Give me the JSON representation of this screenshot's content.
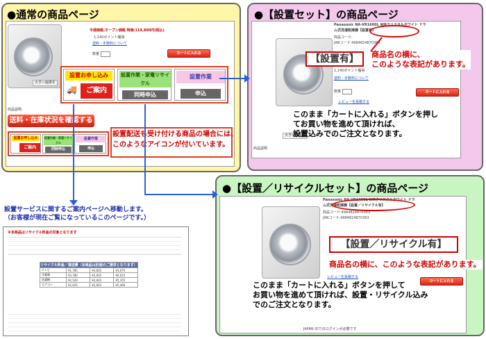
{
  "panels": {
    "normal": {
      "title": "●通常の商品ページ"
    },
    "install": {
      "title": "●【設置セット】の商品ページ"
    },
    "recycle": {
      "title": "●【設置／リサイクルセット】の商品ページ"
    }
  },
  "normal_page": {
    "price_line": "今週価格:オープン価格 特価:119,800円(税込)",
    "points_line": "1,140ポイント獲得",
    "shipping_link": "送料・手数料について",
    "qty_label": "数量",
    "cart_button": "カートに入れる",
    "enlarge_label": "大きい画像を",
    "desc_label": "商品説明",
    "stock_button": "送料・在庫状況を確認する",
    "services": [
      {
        "top": "設置お申し込み",
        "bottom": "ご案内"
      },
      {
        "top": "設置作業・家電リサイクル",
        "bottom": "同時申込"
      },
      {
        "top": "設置作業",
        "bottom": "申込"
      }
    ],
    "note": [
      "設置配送も受け付ける商品の場合には、",
      "このようなアイコンが付いています。"
    ]
  },
  "install_page": {
    "product_line1": "Panasonic  NA-VR1600L  WRクリスタルホワイト ドラ",
    "product_line2": "ム式洗濯乾燥機【設置有】",
    "code_line": "商品コード:",
    "jan_line": "JANコード:4984824870363",
    "badge": "【設置有】",
    "red_note": [
      "商品名の横に、",
      "このような表記があります。"
    ],
    "points_line": "1,140ポイント獲得",
    "shipping_link": "送料・手数料について",
    "qty_label": "数量",
    "cart_button": "カートに入れる",
    "review_link": "レビューを投稿する",
    "enlarge_label": "大きい画像を",
    "desc_label": "商品説明",
    "black_note": [
      "このまま「カートに入れる」ボタンを押し",
      "てお買い物を進めて頂ければ、",
      "設置込みでのご注文となります。"
    ]
  },
  "recycle_page": {
    "product_line1": "Panasonic  NA-VR1600L  WRクリスタルホワイト ドラ",
    "product_line2": "ム式洗濯乾燥機【設置／リサイクル有】",
    "code_line": "商品コード:4984824870363",
    "jan_line": "JANコード:4984824870363",
    "badge": "【設置／リサイクル有】",
    "red_note": "商品名の横に、このような表記があります。",
    "review_link": "レビューを投稿する",
    "cart_button": "カートに入れる",
    "black_note": [
      "このまま「カートに入れる」ボタンを押して",
      "お買い物を進めて頂ければ、設置・リサイクル込み",
      "でのご注文となります。"
    ],
    "login_line": "JAPAN IDでのログインが必要です"
  },
  "info_page": {
    "note": [
      "設置サービスに関するご案内ページへ移動します。",
      "（お客様が現在ご覧になっているこのページです。）"
    ],
    "heading": "※本商品はリサイクル料金の対象となります",
    "table_title": "リサイクル料金／運送費（本商品は別途のご請求となります）",
    "rows": [
      {
        "name": "テレビ",
        "a": "¥1,785",
        "b": "¥2,835",
        "c": "¥3,675"
      },
      {
        "name": "冷蔵庫",
        "a": "¥3,780",
        "b": "¥2,835",
        "c": "¥6,615"
      },
      {
        "name": "洗濯機",
        "a": "¥2,520",
        "b": "¥2,835",
        "c": "¥5,355"
      },
      {
        "name": "エアコン",
        "a": "¥2,625",
        "b": "¥2,835",
        "c": "¥5,460"
      }
    ]
  },
  "colors": {
    "normal_bg": "#fff6a8",
    "install_bg": "#f4c8ec",
    "recycle_bg": "#c9f5c2",
    "accent_red": "#d40000",
    "arrow_blue": "#2b5fd8"
  }
}
